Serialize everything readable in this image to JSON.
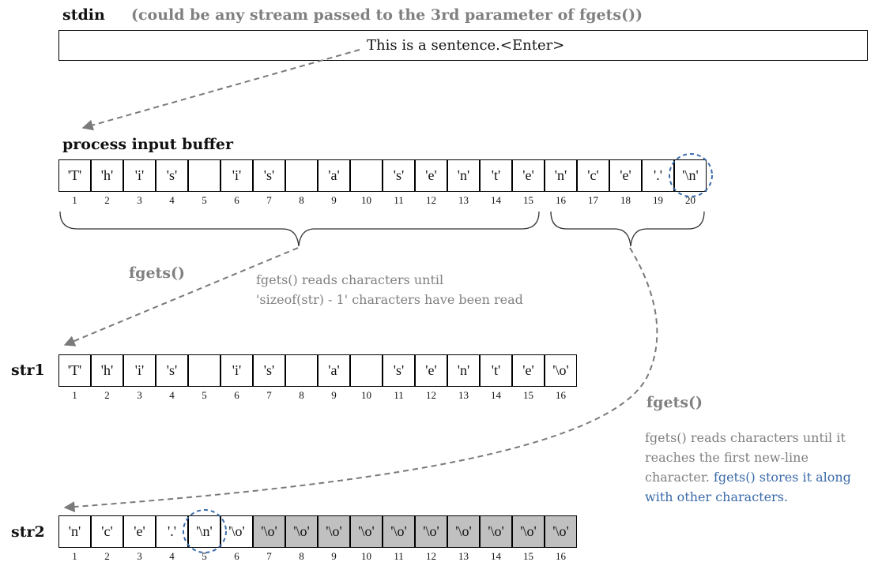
{
  "stdin": {
    "label": "stdin",
    "note": "(could be any stream passed to the 3rd parameter of fgets())",
    "content": "This is a sentence.<Enter>"
  },
  "buffer": {
    "label": "process input buffer",
    "cells": [
      "'T'",
      "'h'",
      "'i'",
      "'s'",
      "",
      "'i'",
      "'s'",
      "",
      "'a'",
      "",
      "'s'",
      "'e'",
      "'n'",
      "'t'",
      "'e'",
      "'n'",
      "'c'",
      "'e'",
      "'.'",
      "'\\n'"
    ],
    "indices": [
      "1",
      "2",
      "3",
      "4",
      "5",
      "6",
      "7",
      "8",
      "9",
      "10",
      "11",
      "12",
      "13",
      "14",
      "15",
      "16",
      "17",
      "18",
      "19",
      "20"
    ]
  },
  "step1": {
    "title": "fgets()",
    "desc_line1": "fgets() reads characters until",
    "desc_line2": "'sizeof(str) - 1' characters have been read"
  },
  "str1": {
    "label": "str1",
    "cells": [
      "'T'",
      "'h'",
      "'i'",
      "'s'",
      "",
      "'i'",
      "'s'",
      "",
      "'a'",
      "",
      "'s'",
      "'e'",
      "'n'",
      "'t'",
      "'e'",
      "'\\o'"
    ],
    "indices": [
      "1",
      "2",
      "3",
      "4",
      "5",
      "6",
      "7",
      "8",
      "9",
      "10",
      "11",
      "12",
      "13",
      "14",
      "15",
      "16"
    ]
  },
  "step2": {
    "title": "fgets()",
    "desc_line1": "fgets() reads characters until it",
    "desc_line2": "reaches the first new-line",
    "desc_line3_gray": "character. ",
    "desc_line3_blue": "fgets() stores it along",
    "desc_line4_blue": "with other characters."
  },
  "str2": {
    "label": "str2",
    "cells": [
      "'n'",
      "'c'",
      "'e'",
      "'.'",
      "'\\n'",
      "'\\o'",
      "'\\o'",
      "'\\o'",
      "'\\o'",
      "'\\o'",
      "'\\o'",
      "'\\o'",
      "'\\o'",
      "'\\o'",
      "'\\o'",
      "'\\o'"
    ],
    "filled_from": 7,
    "indices": [
      "1",
      "2",
      "3",
      "4",
      "5",
      "6",
      "7",
      "8",
      "9",
      "10",
      "11",
      "12",
      "13",
      "14",
      "15",
      "16"
    ]
  },
  "colors": {
    "gray_text": "#808080",
    "blue_text": "#3a6aa8",
    "highlight_circle": "#3a6aa8",
    "filled_cell": "#c0c0c0"
  }
}
